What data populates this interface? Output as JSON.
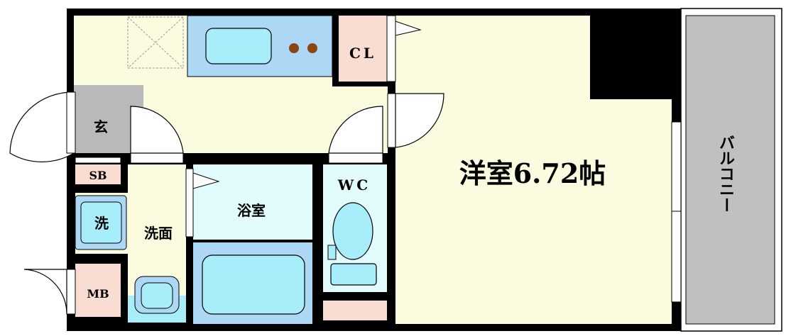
{
  "floor_plan": {
    "rooms": {
      "western_room": "洋室6.72帖",
      "closet": "CL",
      "entrance": "玄",
      "shoe_box": "SB",
      "washing_machine": "洗",
      "washroom": "洗面",
      "bathroom": "浴室",
      "toilet": "WC",
      "meter_box": "MB",
      "balcony": "バルコニー"
    },
    "colors": {
      "wall": "#000000",
      "floor": "#fbfbe0",
      "entrance": "#b9b9b9",
      "balcony": "#c0c0c0",
      "kitchen": "#add8f5",
      "fixture": "#a8eefa",
      "bath_floor": "#e2fcfe",
      "closet": "#f9dcd2"
    }
  }
}
